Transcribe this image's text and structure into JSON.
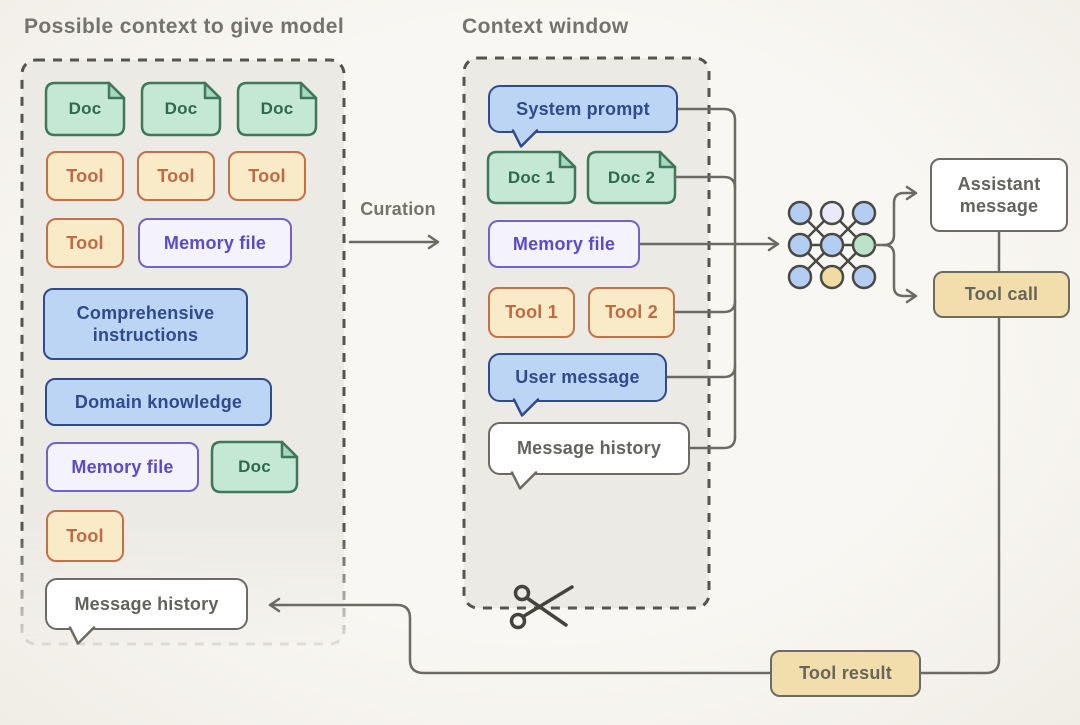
{
  "left_panel": {
    "title": "Possible context to give model",
    "items": {
      "doc1": "Doc",
      "doc2": "Doc",
      "doc3": "Doc",
      "tool1": "Tool",
      "tool2": "Tool",
      "tool3": "Tool",
      "tool4": "Tool",
      "memory1": "Memory file",
      "comprehensive": "Comprehensive instructions",
      "domain": "Domain knowledge",
      "memory2": "Memory file",
      "doc4": "Doc",
      "tool5": "Tool",
      "message_history": "Message history"
    }
  },
  "context_window": {
    "title": "Context window",
    "items": {
      "system_prompt": "System prompt",
      "doc1": "Doc 1",
      "doc2": "Doc 2",
      "memory": "Memory file",
      "tool1": "Tool 1",
      "tool2": "Tool 2",
      "user_message": "User message",
      "message_history": "Message history"
    }
  },
  "flow": {
    "curation_label": "Curation"
  },
  "outputs": {
    "assistant_message": "Assistant message",
    "tool_call": "Tool call",
    "tool_result": "Tool result"
  },
  "icons": {
    "model": "neural-network-icon",
    "trim": "scissors-icon"
  },
  "colors": {
    "background": "#F8F6F1",
    "panel_fill": "#ECEAE4",
    "panel_dash": "#55544E",
    "title_text": "#74736D",
    "doc_fill": "#C4E8D3",
    "doc_border": "#40775B",
    "doc_text": "#2E6A4C",
    "tool_fill": "#FAEBC8",
    "tool_border": "#C77048",
    "tool_text": "#BF6A42",
    "blue_fill": "#BCD5F4",
    "blue_border": "#2F4A8E",
    "purple_fill": "#F4F2FD",
    "purple_border": "#7262CC",
    "white_fill": "#FFFFFF",
    "gray_border": "#6B6B64",
    "tan_fill": "#F1DEAC",
    "connector": "#6B6B64",
    "node_blue": "#B3CEF2",
    "node_green": "#BAE3C9",
    "node_yellow": "#F2DBA2",
    "node_light": "#E9EAF8"
  }
}
